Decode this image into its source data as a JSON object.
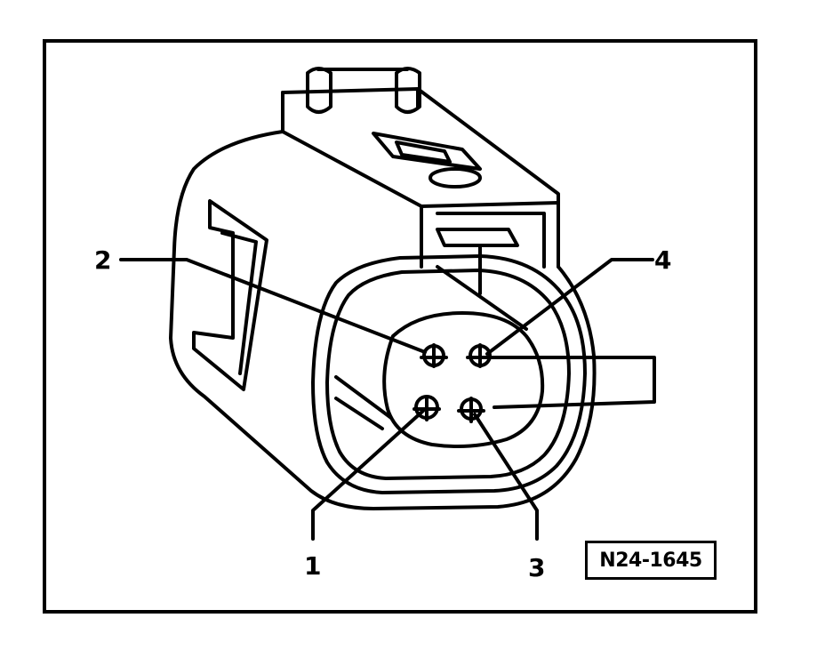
{
  "callouts": {
    "pin_1": "1",
    "pin_2": "2",
    "pin_3": "3",
    "pin_4": "4"
  },
  "reference_code": "N24-1645",
  "colors": {
    "ink": "#000000",
    "paper": "#ffffff"
  }
}
